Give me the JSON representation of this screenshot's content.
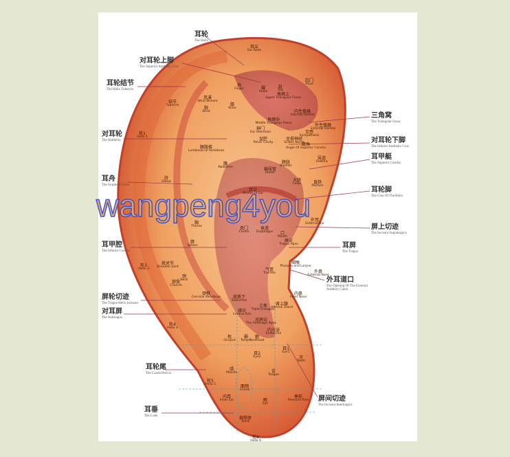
{
  "left_labels": [
    {
      "cn": "耳轮",
      "en": "The Helix"
    },
    {
      "cn": "对耳轮上脚",
      "en": "The Superior Antihelix Crus"
    },
    {
      "cn": "耳轮结节",
      "en": "The Helix Tubercle"
    },
    {
      "cn": "对耳轮",
      "en": "The Antihelix"
    },
    {
      "cn": "耳舟",
      "en": "The Scaphoid Fossa"
    },
    {
      "cn": "耳甲腔",
      "en": "The Inferior Concha"
    },
    {
      "cn": "屏轮切迹",
      "en": "The Tragus-Helix Incisura"
    },
    {
      "cn": "对耳屏",
      "en": "The Antitragus"
    },
    {
      "cn": "耳轮尾",
      "en": "The Cauda Helicis"
    },
    {
      "cn": "耳垂",
      "en": "The Lobe"
    }
  ],
  "right_labels": [
    {
      "cn": "三角窝",
      "en": "The Triangular Fossa"
    },
    {
      "cn": "对耳轮下脚",
      "en": "The Inferior Antihelix Crus"
    },
    {
      "cn": "耳甲艇",
      "en": "The Superior Concha"
    },
    {
      "cn": "耳轮脚",
      "en": "The Crus Of The Helix"
    },
    {
      "cn": "屏上切迹",
      "en": "The Incisura Supratragica"
    },
    {
      "cn": "耳屏",
      "en": "The Tragus"
    },
    {
      "cn": "外耳道口",
      "en": "The Opening Of The External Auditory Canal"
    },
    {
      "cn": "屏间切迹",
      "en": "The Incisura Intertragica"
    }
  ],
  "points": [
    {
      "cn": "耳尖",
      "en": "Ear Apex"
    },
    {
      "cn": "指",
      "en": "Finger"
    },
    {
      "cn": "踝",
      "en": "Ankle"
    },
    {
      "cn": "趾",
      "en": "Toe"
    },
    {
      "cn": "肛门",
      "en": "Anus"
    },
    {
      "cn": "风溪",
      "en": "Wind Stream"
    },
    {
      "cn": "腕",
      "en": "Wrist"
    },
    {
      "cn": "结节",
      "en": "Tubercle"
    },
    {
      "cn": "膝",
      "en": "Knee"
    },
    {
      "cn": "角窝上",
      "en": "Upper Triangular Fossa"
    },
    {
      "cn": "内生殖器",
      "en": "Internal Genital"
    },
    {
      "cn": "角窝中",
      "en": "Middle Triangular Fossa"
    },
    {
      "cn": "神门",
      "en": "Ear Shenmen"
    },
    {
      "cn": "外生殖器",
      "en": "External Genital"
    },
    {
      "cn": "交感",
      "en": "Sympathesis"
    },
    {
      "cn": "轮1",
      "en": "Helix 1"
    },
    {
      "cn": "盆腔",
      "en": "Pelvic Cavity"
    },
    {
      "cn": "坐骨神经",
      "en": "Sciatic Nerve"
    },
    {
      "cn": "艇角",
      "en": "Angle Of Superior Concha"
    },
    {
      "cn": "腰骶椎",
      "en": "Lumbosacral Vertebrae"
    },
    {
      "cn": "腹",
      "en": "Abdomen"
    },
    {
      "cn": "膀胱",
      "en": "Bladder"
    },
    {
      "cn": "尿道",
      "en": "Urethra"
    },
    {
      "cn": "肘",
      "en": "Elbow"
    },
    {
      "cn": "输尿管",
      "en": "Ureter"
    },
    {
      "cn": "大肠",
      "en": "Colon"
    },
    {
      "cn": "直肠",
      "en": "Rectum"
    },
    {
      "cn": "耳中",
      "en": "Middle Of Ear"
    },
    {
      "cn": "胸",
      "en": "Thorax"
    },
    {
      "cn": "外耳",
      "en": "External Ear"
    },
    {
      "cn": "贲门",
      "en": "Cardia"
    },
    {
      "cn": "食道",
      "en": "Esophagus"
    },
    {
      "cn": "口",
      "en": "Mouth"
    },
    {
      "cn": "屏尖",
      "en": "Tragus Apex"
    },
    {
      "cn": "脾",
      "en": "Spleen"
    },
    {
      "cn": "肩关节",
      "en": "Shoulder Joint"
    },
    {
      "cn": "轮3",
      "en": "Helix 3"
    },
    {
      "cn": "咽喉",
      "en": "Pharynx and Larynx"
    },
    {
      "cn": "气管",
      "en": "Trachea"
    },
    {
      "cn": "外鼻",
      "en": "External Nose"
    },
    {
      "cn": "颈",
      "en": "Neck"
    },
    {
      "cn": "锁骨",
      "en": "Clavicle"
    },
    {
      "cn": "颈椎",
      "en": "Cervical Vertebrae"
    },
    {
      "cn": "内鼻",
      "en": "Inner Nose"
    },
    {
      "cn": "皮质下",
      "en": "Subcortex"
    },
    {
      "cn": "肾上腺",
      "en": "Adrenal Gland"
    },
    {
      "cn": "三焦",
      "en": "Triple Energizer"
    },
    {
      "cn": "缘中",
      "en": "Central Rim"
    },
    {
      "cn": "对屏尖",
      "en": "The Antitragic Apex"
    },
    {
      "cn": "轮4",
      "en": "Helix 4"
    },
    {
      "cn": "内分泌",
      "en": "Endocrine"
    },
    {
      "cn": "枕",
      "en": "Occiput"
    },
    {
      "cn": "颞",
      "en": "Temple"
    },
    {
      "cn": "额",
      "en": "Forehead"
    },
    {
      "cn": "目1",
      "en": "Eye1"
    },
    {
      "cn": "目2",
      "en": "Eye2"
    },
    {
      "cn": "牙",
      "en": "Teeth"
    },
    {
      "cn": "颌",
      "en": "Maxilla"
    },
    {
      "cn": "舌",
      "en": "Tongue"
    },
    {
      "cn": "轮5",
      "en": "Helix 5"
    },
    {
      "cn": "面颊",
      "en": "Cheek"
    },
    {
      "cn": "内耳",
      "en": "Inner Ear"
    },
    {
      "cn": "眼",
      "en": "Eye"
    },
    {
      "cn": "垂前",
      "en": "Pressure Rise"
    },
    {
      "cn": "扁桃体",
      "en": "Tonsil"
    },
    {
      "cn": "轮6",
      "en": "Helix 6"
    }
  ],
  "watermark": "wangpeng4you",
  "colors": {
    "background": "#e4e8d3",
    "ear_light": "#f6c48a",
    "ear_mid": "#e8743a",
    "ear_dark": "#b8322a",
    "watermark_fill": "#f4a64a",
    "watermark_outline": "#3050e0"
  }
}
